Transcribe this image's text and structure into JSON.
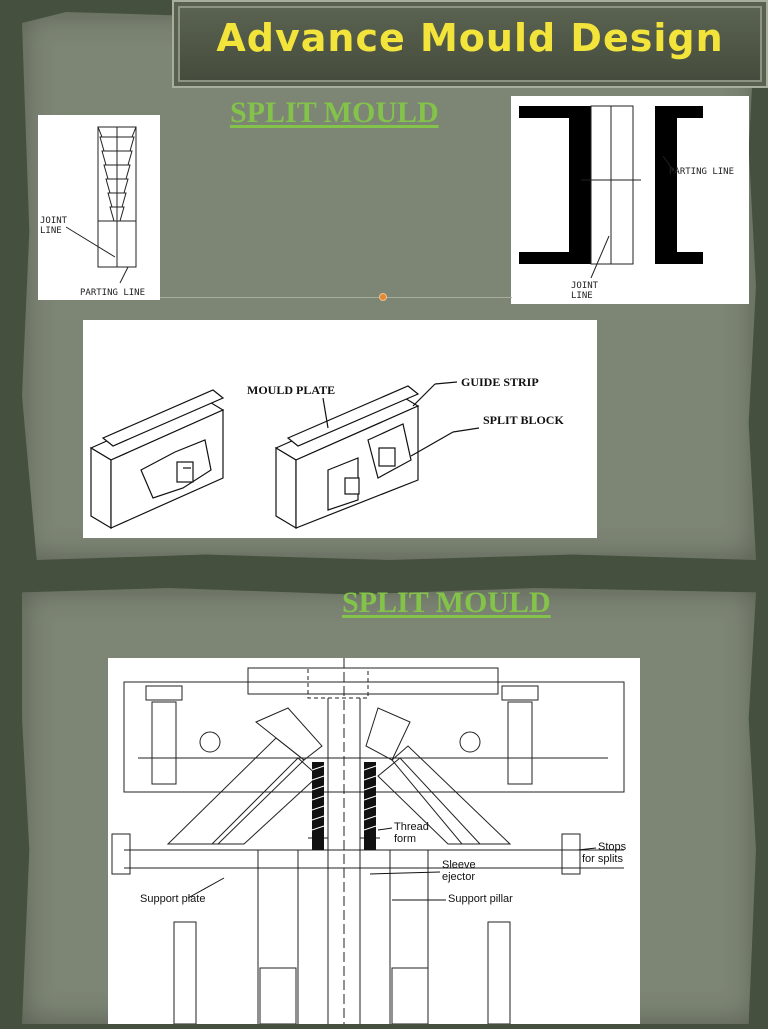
{
  "slide_title": "Advance Mould Design",
  "section1": {
    "heading": "SPLIT MOULD",
    "fig_left": {
      "joint_line": [
        "JOINT",
        "LINE"
      ],
      "parting_line": "PARTING LINE"
    },
    "fig_right": {
      "parting_line": "PARTING LINE",
      "joint_line": [
        "JOINT",
        "LINE"
      ]
    },
    "fig_blocks": {
      "mould_plate": "MOULD PLATE",
      "guide_strip": "GUIDE STRIP",
      "split_block": "SPLIT   BLOCK"
    }
  },
  "section2": {
    "heading": "SPLIT MOULD",
    "fig_assembly": {
      "thread_form": [
        "Thread",
        "form"
      ],
      "stops_for_splits": [
        "Stops",
        "for splits"
      ],
      "sleeve_ejector": [
        "Sleeve",
        "ejector"
      ],
      "support_plate": "Support plate",
      "support_pillar": "Support pillar"
    }
  },
  "colors": {
    "title": "#f2e43a",
    "heading": "#83c34a",
    "board": "#7d8575",
    "background": "#46503f",
    "accent_dot": "#e08a35"
  }
}
